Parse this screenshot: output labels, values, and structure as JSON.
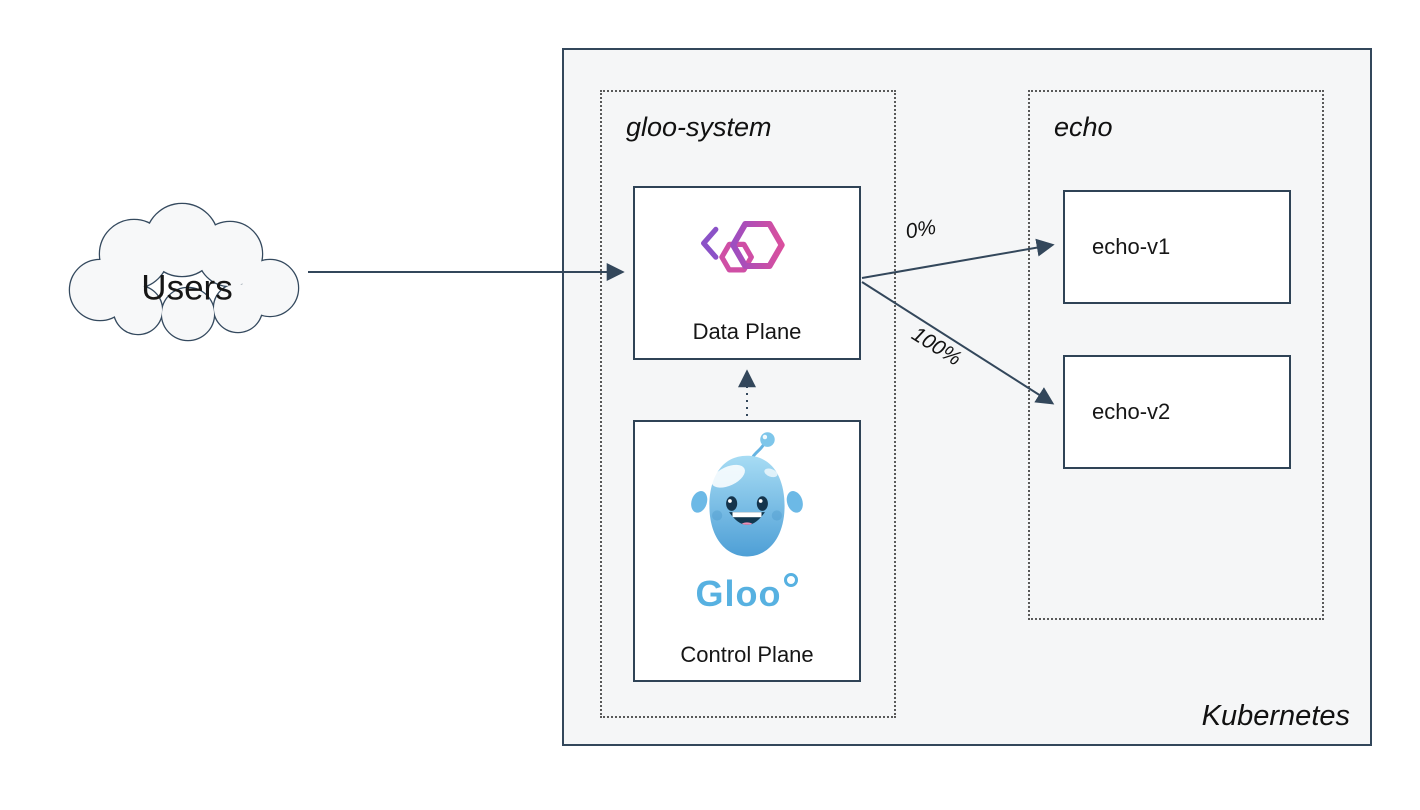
{
  "cloud": {
    "label": "Users"
  },
  "cluster": {
    "label": "Kubernetes"
  },
  "namespaces": {
    "gloo_system": {
      "label": "gloo-system"
    },
    "echo": {
      "label": "echo"
    }
  },
  "nodes": {
    "data_plane": {
      "label": "Data Plane"
    },
    "control_plane": {
      "label": "Control Plane",
      "wordmark": "Gloo"
    },
    "echo_v1": {
      "label": "echo-v1"
    },
    "echo_v2": {
      "label": "echo-v2"
    }
  },
  "edges": {
    "data_plane_to_echo_v1": {
      "label": "0%"
    },
    "data_plane_to_echo_v2": {
      "label": "100%"
    },
    "control_to_data": {
      "style": "dotted"
    },
    "users_to_data_plane": {
      "style": "solid"
    }
  },
  "colors": {
    "edge": "#33475b",
    "cluster_bg": "#f5f6f7",
    "node_bg": "#ffffff",
    "gloo_blue": "#57b1e1",
    "logo_magenta": "#cf4fa5",
    "logo_purple": "#8b52c7"
  },
  "icons": {
    "users": "cloud-icon",
    "data_plane": "gloo-hexagons-icon",
    "control_plane": "gloo-mascot-icon"
  }
}
